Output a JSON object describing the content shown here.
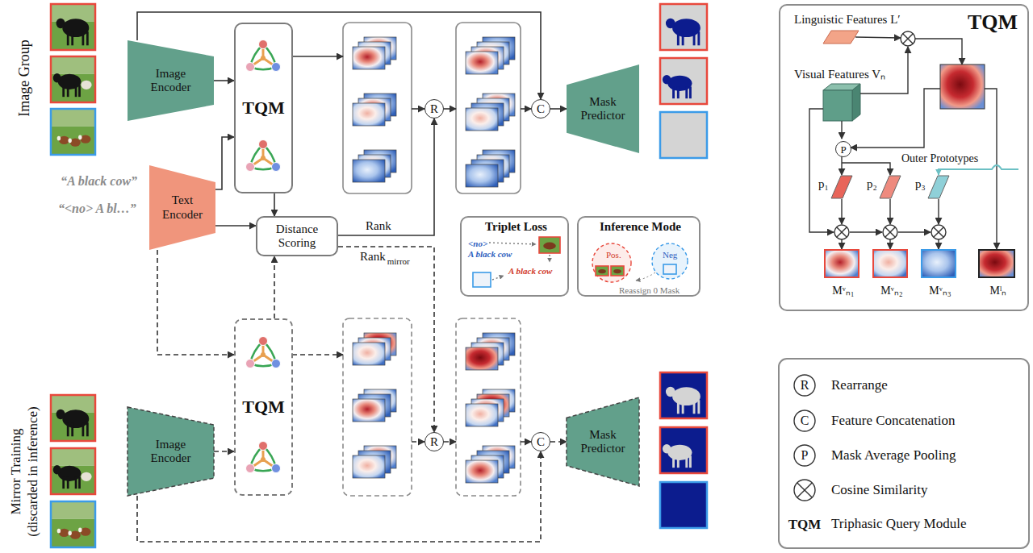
{
  "diagram": {
    "nodes": [
      {
        "text": [
          "Image Encoder"
        ]
      },
      {
        "text": [
          "TQM"
        ]
      },
      {
        "text": [
          "R"
        ]
      },
      {
        "text": [
          "C"
        ]
      },
      {
        "text": [
          "Mask Predictor"
        ]
      },
      {
        "text": [
          "TQM",
          "Linguistic Features L′",
          "Visual Features Vₙ",
          "Outer Prototypes",
          "p₁",
          "p₂",
          "p₃",
          "Mᵛₙ₁",
          "Mᵛₙ₂",
          "Mᵛₙ₃",
          "Mˡₙ"
        ]
      },
      {
        "text": [
          "P"
        ],
        "in": 5
      },
      {
        "text": [
          "Text Encoder"
        ]
      },
      {
        "text": [
          "Distance Scoring"
        ]
      },
      {
        "text": [
          "Triplet Loss",
          "<no>",
          "A black cow",
          "A black cow"
        ]
      },
      {
        "text": [
          "Inference Mode",
          "Pos.",
          "Neg",
          "Reassign 0 Mask"
        ]
      },
      {
        "text": [
          "Image Encoder"
        ]
      },
      {
        "text": [
          "TQM"
        ]
      },
      {
        "text": [
          "R"
        ]
      },
      {
        "text": [
          "C"
        ]
      },
      {
        "text": [
          "Mask Predictor"
        ]
      }
    ],
    "edges": [
      {
        "from": 0,
        "to": 1,
        "arrow": "to"
      },
      {
        "from": 0,
        "to": 3,
        "arrow": "to"
      },
      {
        "from": 3,
        "to": 4,
        "arrow": "to"
      },
      {
        "from": 7,
        "to": 1,
        "arrow": "to"
      },
      {
        "from": 7,
        "to": 8,
        "arrow": "to"
      },
      {
        "from": 1,
        "to": 8,
        "arrow": "to"
      },
      {
        "from": 8,
        "to": 2,
        "label": "Rank",
        "arrow": "to"
      },
      {
        "from": 7,
        "to": 12,
        "arrow": "to"
      },
      {
        "from": 11,
        "to": 12,
        "arrow": "to"
      },
      {
        "from": 12,
        "to": 8,
        "arrow": "to"
      },
      {
        "from": 8,
        "to": 13,
        "label": "Rank",
        "arrow": "to"
      },
      {
        "from": 11,
        "to": 14,
        "arrow": "to"
      },
      {
        "from": 14,
        "to": 15,
        "arrow": "to"
      }
    ],
    "labels": [
      "Image Group",
      "Mirror Training (discarded in inference)",
      "“A black cow”",
      "“<no> A bl…”",
      "mirror",
      "R",
      "C",
      "P",
      "TQM"
    ],
    "legend": [
      {
        "text": "Rearrange"
      },
      {
        "text": "Feature Concatenation"
      },
      {
        "text": "Mask Average Pooling"
      },
      {
        "text": "Cosine Similarity"
      },
      {
        "text": "Triphasic Query Module"
      }
    ]
  }
}
